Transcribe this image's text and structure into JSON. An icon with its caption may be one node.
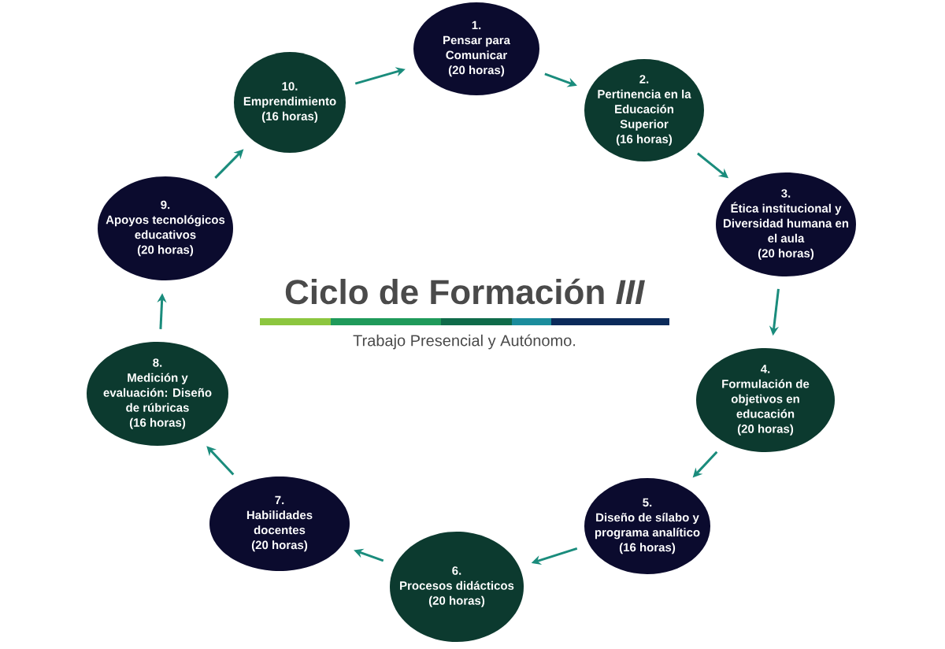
{
  "diagram": {
    "title": "Ciclo de Formación *III*",
    "caption": "Trabajo Presencial y Autónomo.",
    "nodes": [
      {
        "text": [
          "1.",
          "Pensar para Comunicar",
          "(20 horas)"
        ]
      },
      {
        "text": [
          "2.",
          "Pertinencia en la Educación Superior",
          "(16 horas)"
        ]
      },
      {
        "text": [
          "3.",
          "Ética institucional y Diversidad humana en el aula",
          "(20 horas)"
        ]
      },
      {
        "text": [
          "4.",
          "Formulación de objetivos en educación",
          "(20 horas)"
        ]
      },
      {
        "text": [
          "5.",
          "Diseño de sílabo y programa analítico",
          "(16 horas)"
        ]
      },
      {
        "text": [
          "6.",
          "Procesos didácticos",
          "(20 horas)"
        ]
      },
      {
        "text": [
          "7.",
          "Habilidades docentes",
          "(20 horas)"
        ]
      },
      {
        "text": [
          "8.",
          "Medición y evaluación: Diseño de rúbricas",
          "(16 horas)"
        ]
      },
      {
        "text": [
          "9.",
          "Apoyos tecnológicos educativos",
          "(20 horas)"
        ]
      },
      {
        "text": [
          "10.",
          "Emprendimiento",
          "(16 horas)"
        ]
      }
    ],
    "edges": [
      {
        "from": 0,
        "to": 1,
        "arrow": "to"
      },
      {
        "from": 1,
        "to": 2,
        "arrow": "to"
      },
      {
        "from": 2,
        "to": 3,
        "arrow": "to"
      },
      {
        "from": 3,
        "to": 4,
        "arrow": "to"
      },
      {
        "from": 4,
        "to": 5,
        "arrow": "to"
      },
      {
        "from": 5,
        "to": 6,
        "arrow": "to"
      },
      {
        "from": 6,
        "to": 7,
        "arrow": "to"
      },
      {
        "from": 7,
        "to": 8,
        "arrow": "to"
      },
      {
        "from": 8,
        "to": 9,
        "arrow": "to"
      },
      {
        "from": 9,
        "to": 0,
        "arrow": "to"
      }
    ]
  }
}
